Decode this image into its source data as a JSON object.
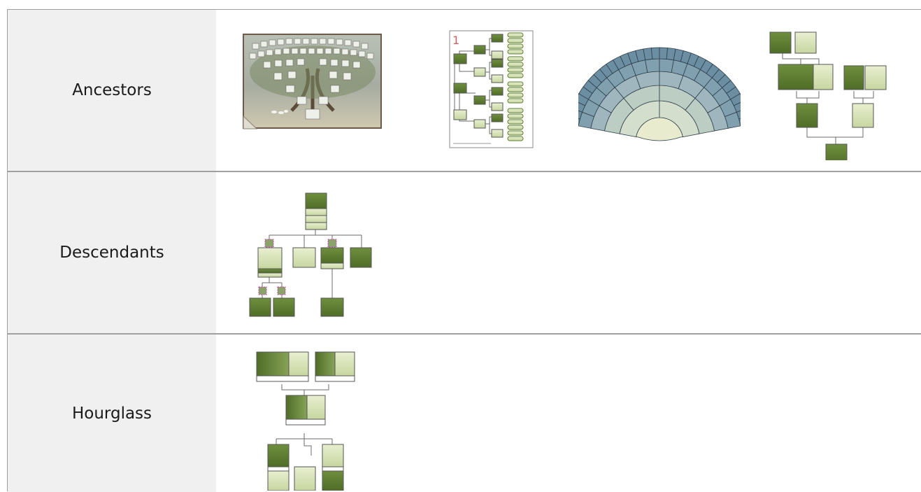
{
  "chart_types": [
    {
      "label": "Ancestors",
      "thumbnails": [
        {
          "icon": "family-tree-poster-icon"
        },
        {
          "icon": "ancestor-list-page-icon",
          "page_number": "1"
        },
        {
          "icon": "fan-chart-icon"
        },
        {
          "icon": "ancestor-tree-icon"
        }
      ]
    },
    {
      "label": "Descendants",
      "thumbnails": [
        {
          "icon": "descendant-tree-icon"
        }
      ]
    },
    {
      "label": "Hourglass",
      "thumbnails": [
        {
          "icon": "hourglass-tree-icon"
        }
      ]
    }
  ],
  "colors": {
    "box_dark": "#5e7e32",
    "box_light": "#dbe6bd",
    "line": "#6b6b6b",
    "fan_outer": "#5f8498",
    "fan_inner": "#e6eacb",
    "marker": "#d040c0",
    "label_bg": "#f0f0f0",
    "grid_line": "#a0a0a0"
  }
}
